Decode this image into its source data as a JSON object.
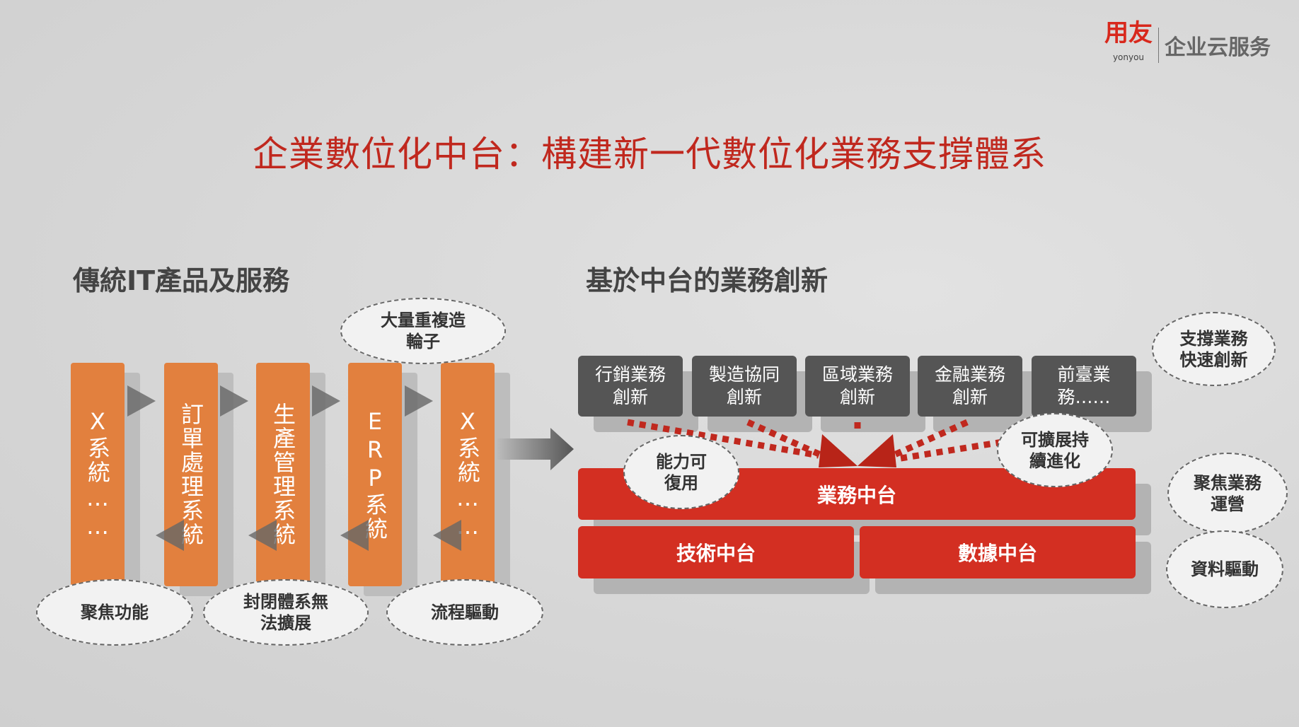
{
  "logo": {
    "brand": "用友",
    "brand_sub": "yonyou",
    "service": "企业云服务"
  },
  "title": "企業數位化中台：構建新一代數位化業務支撐體系",
  "left": {
    "heading": "傳統IT產品及服務",
    "columns": [
      "X系統……",
      "訂單處理系統",
      "生產管理系統",
      "ERP系統",
      "X系統……"
    ],
    "bubbles": [
      "大量重複造輪子",
      "聚焦功能",
      "封閉體系無法擴展",
      "流程驅動"
    ]
  },
  "right": {
    "heading": "基於中台的業務創新",
    "boxes": [
      "行銷業務創新",
      "製造協同創新",
      "區域業務創新",
      "金融業務創新",
      "前臺業務……"
    ],
    "business_platform": "業務中台",
    "tech_platform": "技術中台",
    "data_platform": "數據中台",
    "bubbles": {
      "reuse": "能力可復用",
      "extend": "可擴展持續進化",
      "support": "支撐業務快速創新",
      "focus": "聚焦業務運營",
      "data": "資料驅動"
    }
  },
  "colors": {
    "accent": "#c0281e",
    "orange": "#e2803e",
    "dark": "#555555",
    "red": "#d32f22"
  }
}
